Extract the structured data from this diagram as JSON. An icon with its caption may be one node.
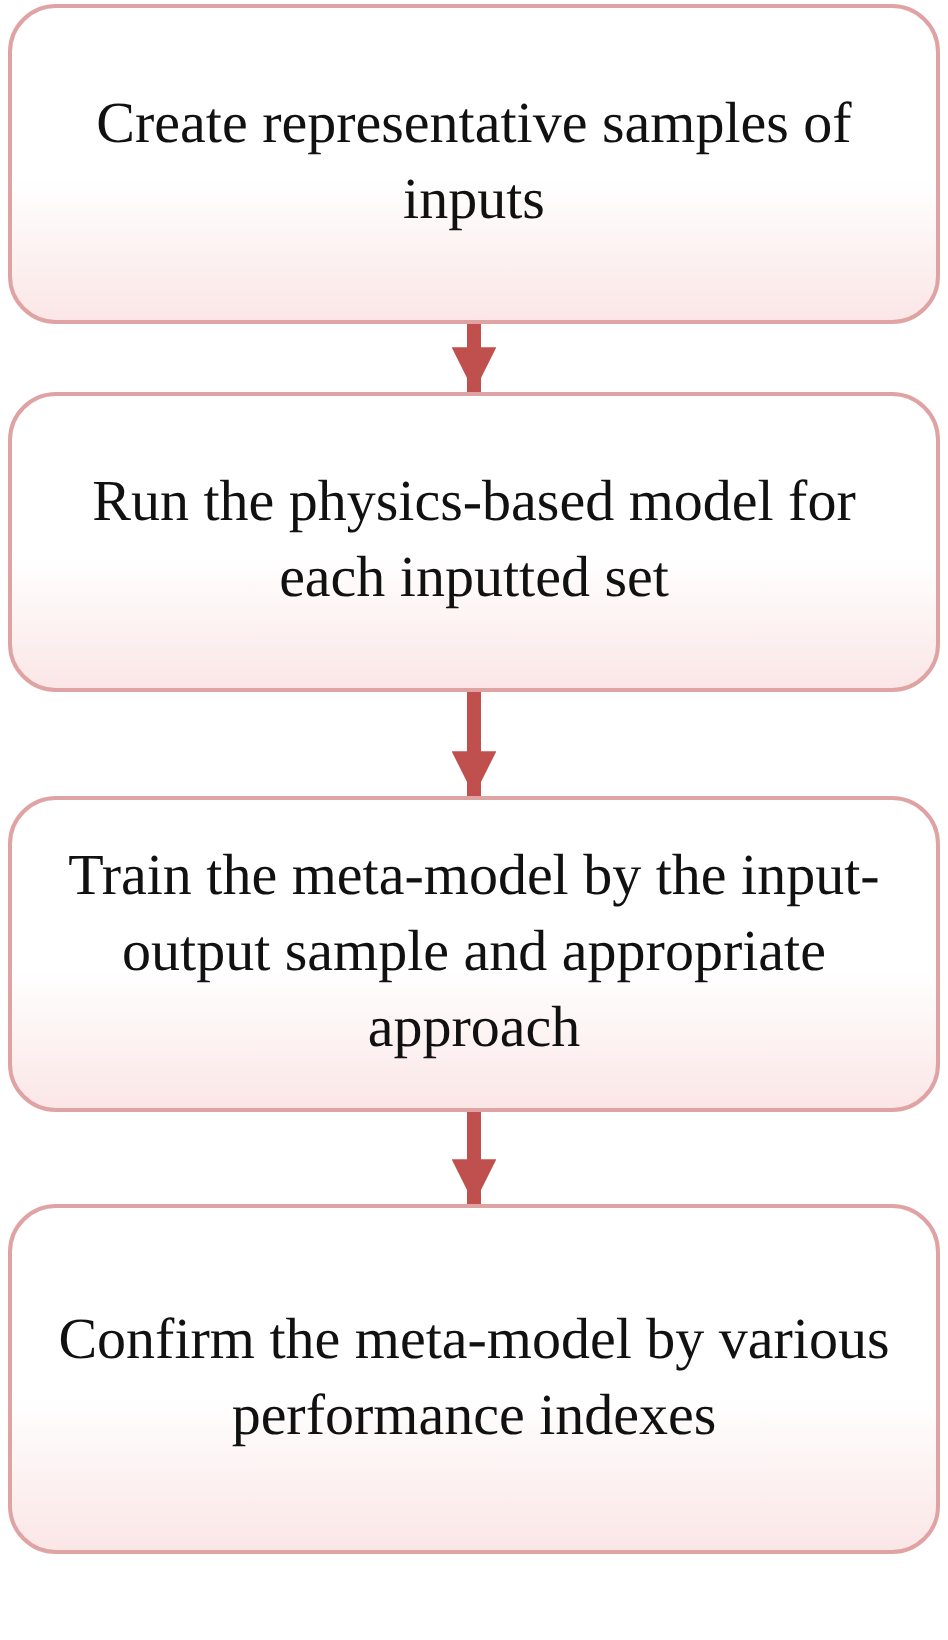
{
  "diagram": {
    "nodes": [
      {
        "text": [
          "Create representative samples of inputs"
        ]
      },
      {
        "text": [
          "Run the physics-based model for each inputted set"
        ]
      },
      {
        "text": [
          "Train the meta-model by the input-output sample and appropriate approach"
        ]
      },
      {
        "text": [
          "Confirm the meta-model by various performance indexes"
        ]
      }
    ],
    "edges": [
      {
        "from": 0,
        "to": 1,
        "arrow": "to"
      },
      {
        "from": 1,
        "to": 2,
        "arrow": "to"
      },
      {
        "from": 2,
        "to": 3,
        "arrow": "to"
      }
    ]
  }
}
